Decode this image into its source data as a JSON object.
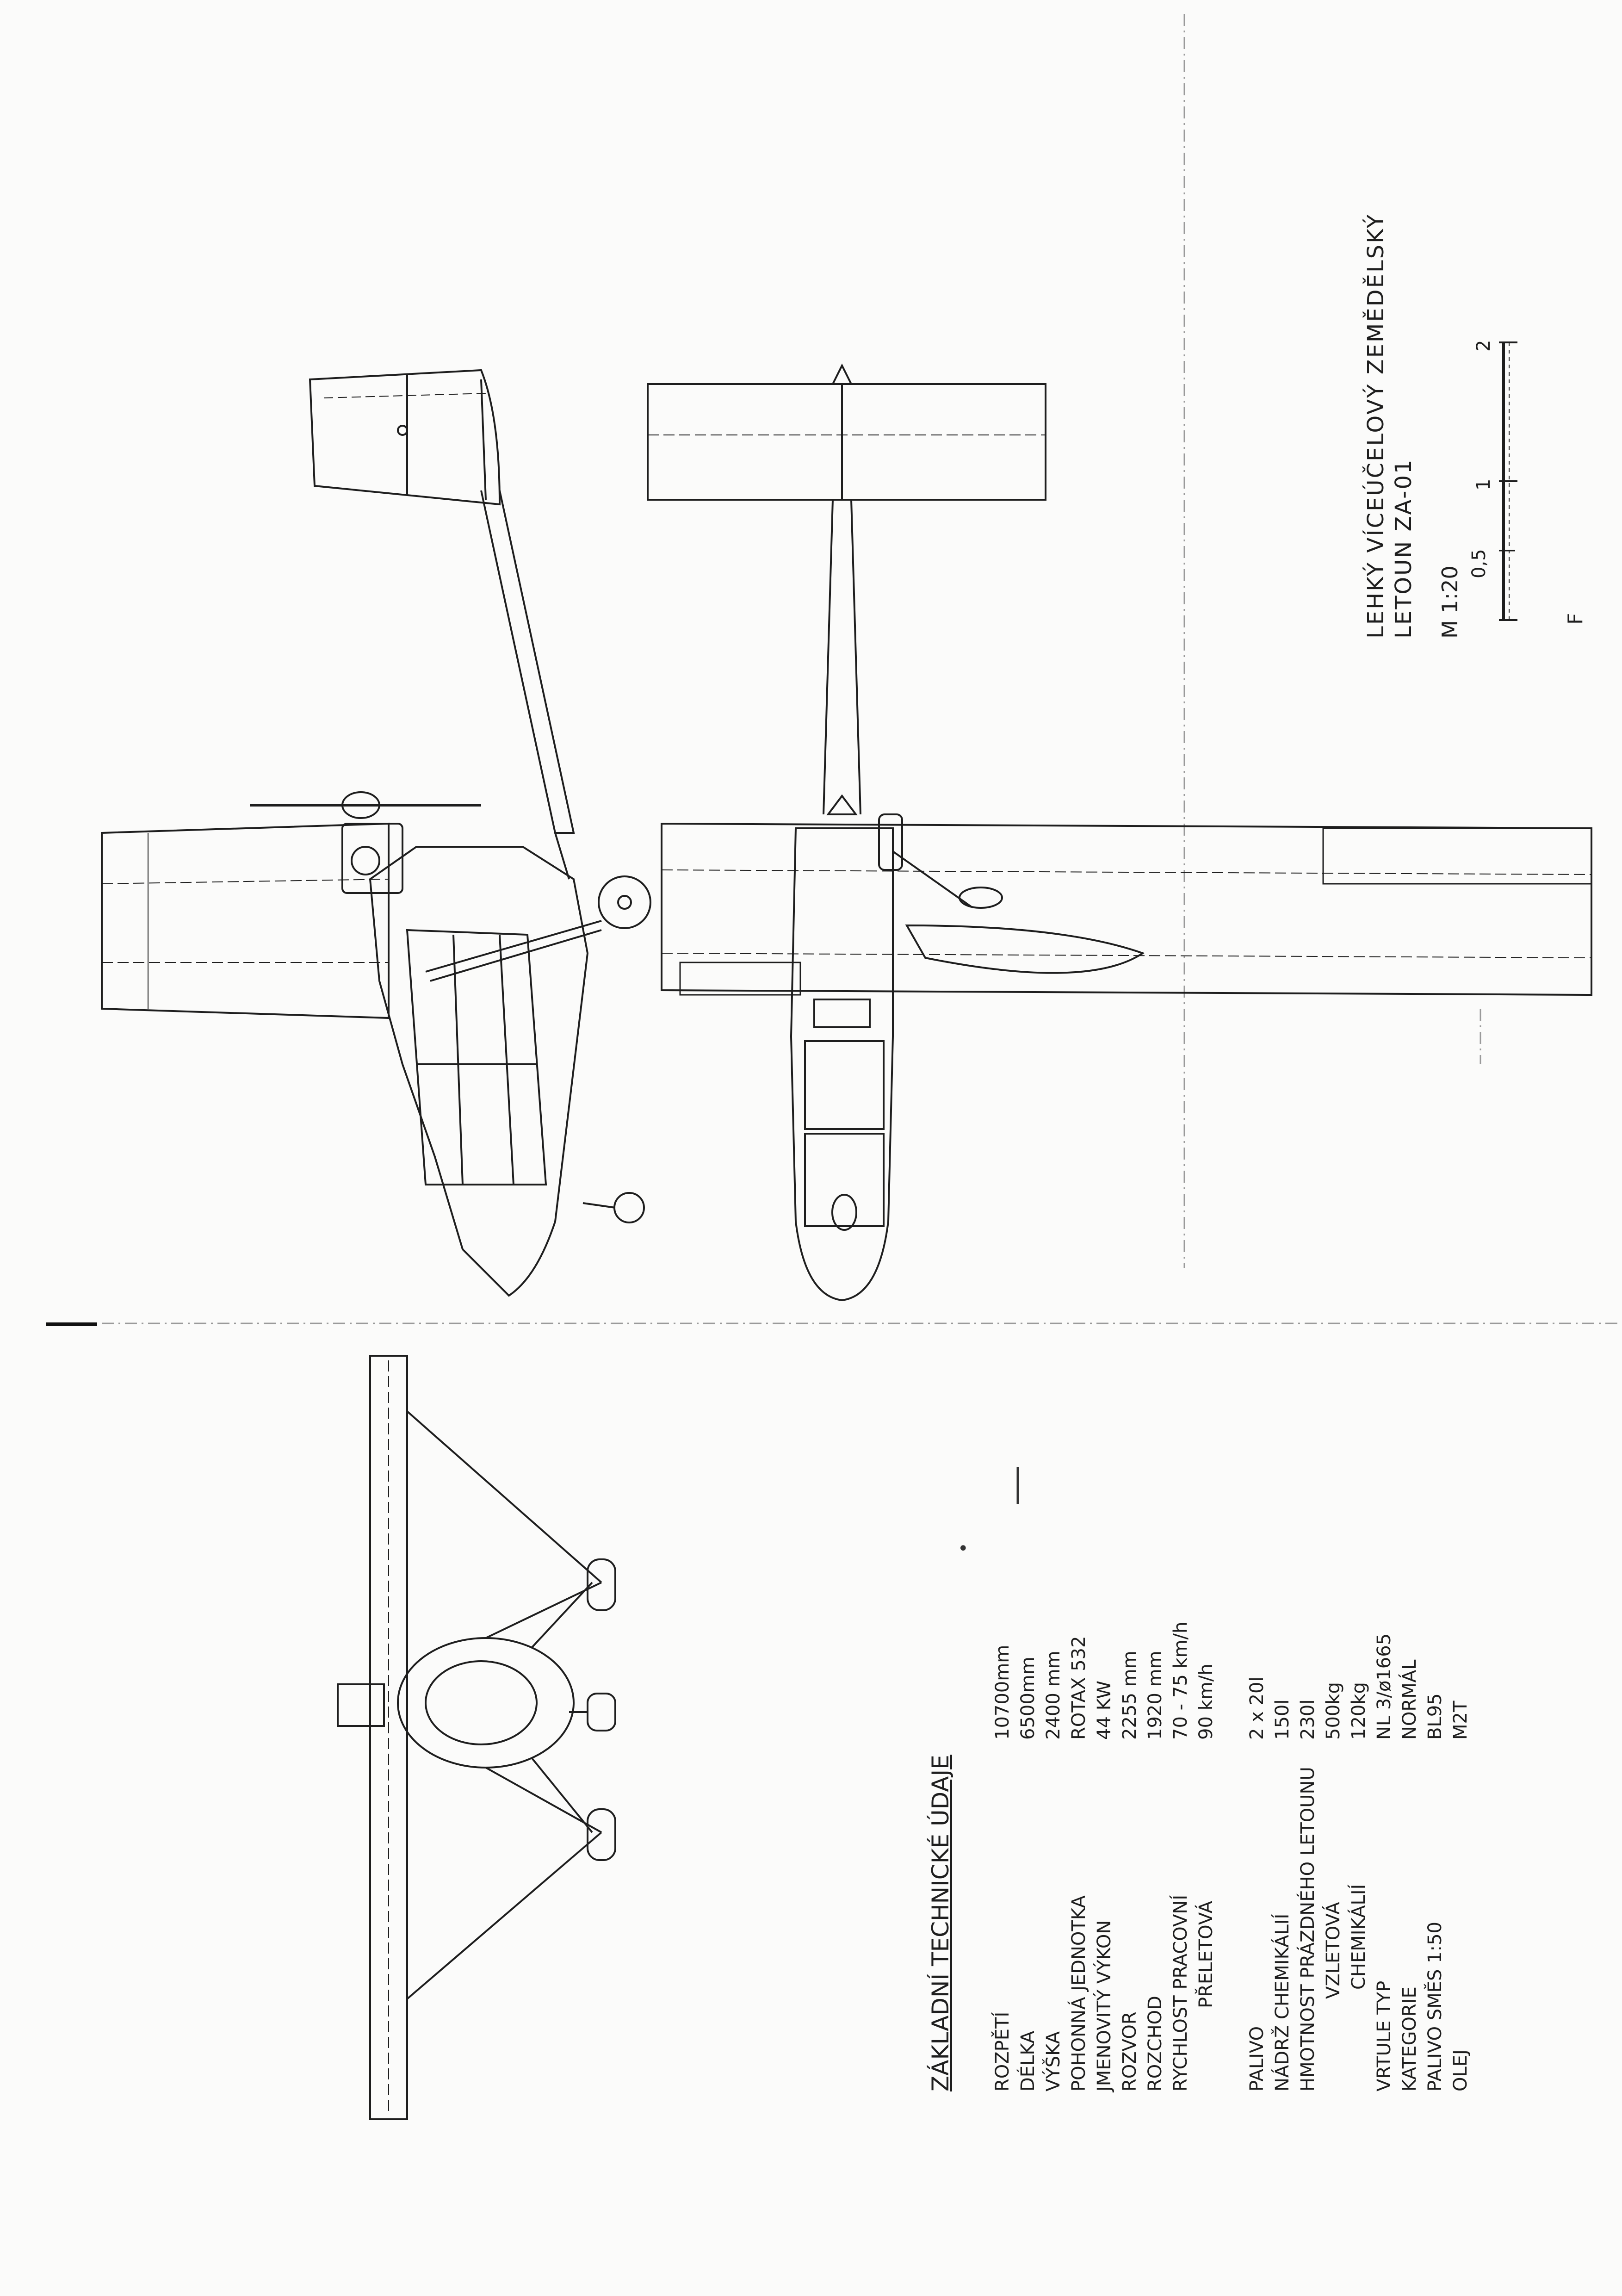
{
  "title_block": {
    "line1": "LEHKÝ VÍCEÚČELOVÝ ZEMĚDĚLSKÝ",
    "line2": "LETOUN ZA-01",
    "scale": "M 1:20",
    "scale_bar_ticks": [
      "0,5",
      "1",
      "2"
    ],
    "mark": "F"
  },
  "specs": {
    "heading": "ZÁKLADNÍ TECHNICKÉ ÚDAJE",
    "rows": [
      {
        "label": "ROZPĚTÍ",
        "value": "10700mm"
      },
      {
        "label": "DÉLKA",
        "value": "6500mm"
      },
      {
        "label": "VÝŠKA",
        "value": "2400 mm"
      },
      {
        "label": "POHONNÁ JEDNOTKA",
        "value": "ROTAX 532"
      },
      {
        "label": "JMENOVITÝ VÝKON",
        "value": "44 KW"
      },
      {
        "label": "ROZVOR",
        "value": "2255 mm"
      },
      {
        "label": "ROZCHOD",
        "value": "1920 mm"
      },
      {
        "label": "RYCHLOST PRACOVNÍ",
        "value": "70 - 75 km/h"
      },
      {
        "label": "PŘELETOVÁ",
        "value": "90 km/h"
      },
      {
        "label": "PALIVO",
        "value": "2 x 20l"
      },
      {
        "label": "NÁDRŽ CHEMIKÁLIÍ",
        "value": "150l"
      },
      {
        "label": "HMOTNOST PRÁZDNÉHO LETOUNU",
        "value": "230l"
      },
      {
        "label": "VZLETOVÁ",
        "value": "500kg"
      },
      {
        "label": "CHEMIKÁLIÍ",
        "value": "120kg"
      },
      {
        "label": "VRTULE TYP",
        "value": "NL 3/ø1665"
      },
      {
        "label": "KATEGORIE",
        "value": "NORMÁL"
      },
      {
        "label": "PALIVO SMĚS 1:50",
        "value": "BL95"
      },
      {
        "label": "OLEJ",
        "value": "M2T"
      }
    ]
  },
  "colors": {
    "ink": "#1e1e1e",
    "paper": "#fbfbfa",
    "faint": "#8a8a8a"
  }
}
